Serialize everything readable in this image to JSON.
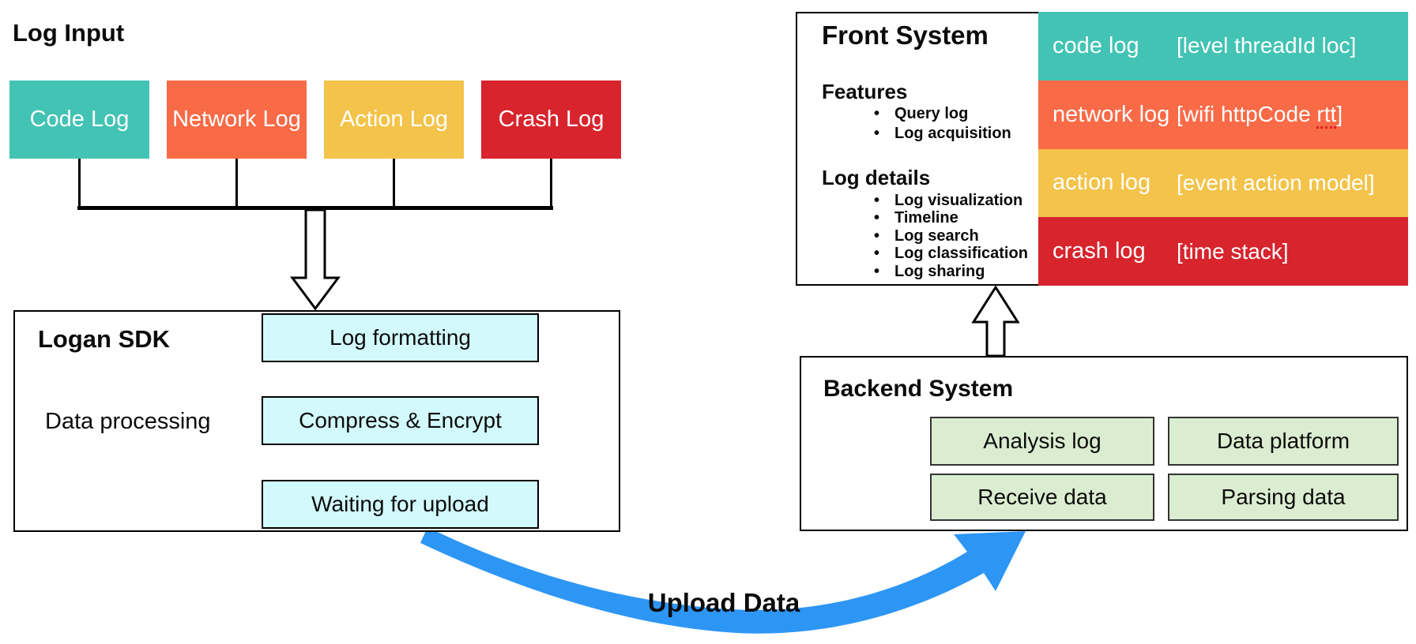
{
  "colors": {
    "teal": "#42C3B4",
    "orange": "#F96A47",
    "yellow": "#F3C34A",
    "red": "#D7242D",
    "cyan_fill": "#D2F9FB",
    "green_fill": "#DAEDD0",
    "blue_arrow": "#2D96F5"
  },
  "log_input": {
    "title": "Log Input",
    "boxes": [
      {
        "label": "Code Log",
        "color": "teal"
      },
      {
        "label": "Network Log",
        "color": "orange"
      },
      {
        "label": "Action Log",
        "color": "yellow"
      },
      {
        "label": "Crash Log",
        "color": "red"
      }
    ]
  },
  "logan_sdk": {
    "title": "Logan SDK",
    "subtitle": "Data processing",
    "steps": [
      "Log formatting",
      "Compress & Encrypt",
      "Waiting for upload"
    ]
  },
  "upload": {
    "label": "Upload Data"
  },
  "front_system": {
    "title": "Front System",
    "sections": [
      {
        "heading": "Features",
        "items": [
          "Query log",
          "Log acquisition"
        ]
      },
      {
        "heading": "Log details",
        "items": [
          "Log visualization",
          "Timeline",
          "Log search",
          "Log classification",
          "Log sharing"
        ]
      }
    ],
    "rows": [
      {
        "label": "code log",
        "attrs": "[level threadId loc]",
        "color": "teal"
      },
      {
        "label": "network log",
        "attrs_pre": "[wifi httpCode ",
        "attrs_typo": "rtt",
        "attrs_post": "]",
        "color": "orange"
      },
      {
        "label": "action log",
        "attrs": "[event action model]",
        "color": "yellow"
      },
      {
        "label": "crash log",
        "attrs": "[time stack]",
        "color": "red"
      }
    ]
  },
  "backend_system": {
    "title": "Backend System",
    "boxes": [
      "Analysis log",
      "Data platform",
      "Receive data",
      "Parsing data"
    ]
  }
}
